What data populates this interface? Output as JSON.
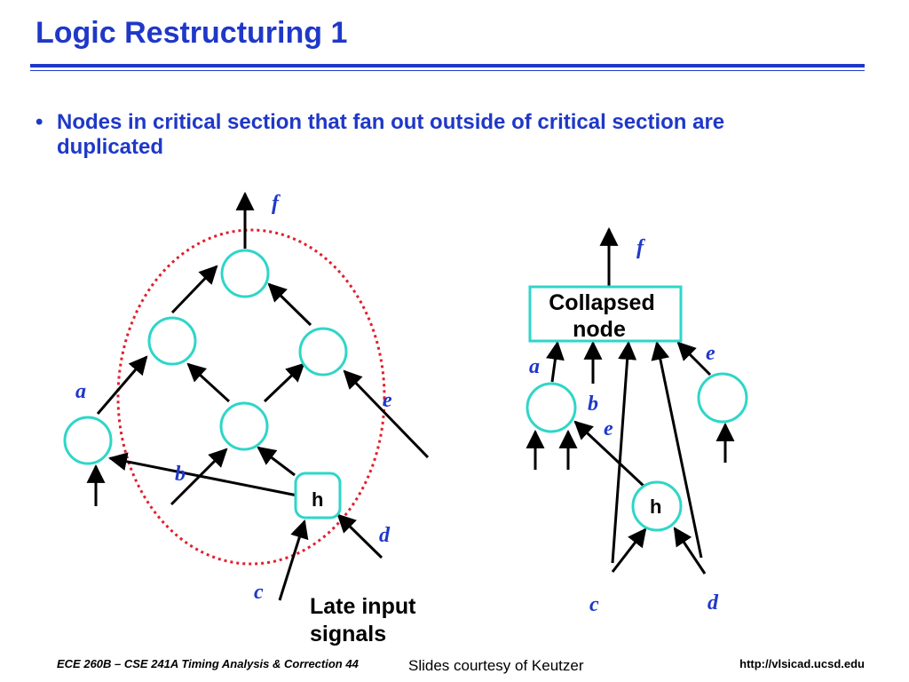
{
  "slide": {
    "title": "Logic Restructuring 1",
    "bullet": "Nodes in critical section that fan out outside of critical section are duplicated"
  },
  "colors": {
    "title": "#1f38c8",
    "node_outline": "#2ed6c8",
    "critical_region": "#e0202c",
    "variable_labels": "#1f38c8"
  },
  "left_diagram": {
    "labels": {
      "f": "f",
      "a": "a",
      "b": "b",
      "c": "c",
      "d": "d",
      "e": "e",
      "h": "h",
      "late_line1": "Late input",
      "late_line2": "signals"
    }
  },
  "right_diagram": {
    "labels": {
      "f": "f",
      "a": "a",
      "b": "b",
      "c": "c",
      "d": "d",
      "e_top": "e",
      "e_inner": "e",
      "h": "h",
      "collapsed_line1": "Collapsed",
      "collapsed_line2": "node"
    }
  },
  "footer": {
    "left": "ECE 260B – CSE 241A Timing Analysis & Correction 44",
    "center": "Slides courtesy of Keutzer",
    "right": "http://vlsicad.ucsd.edu"
  }
}
